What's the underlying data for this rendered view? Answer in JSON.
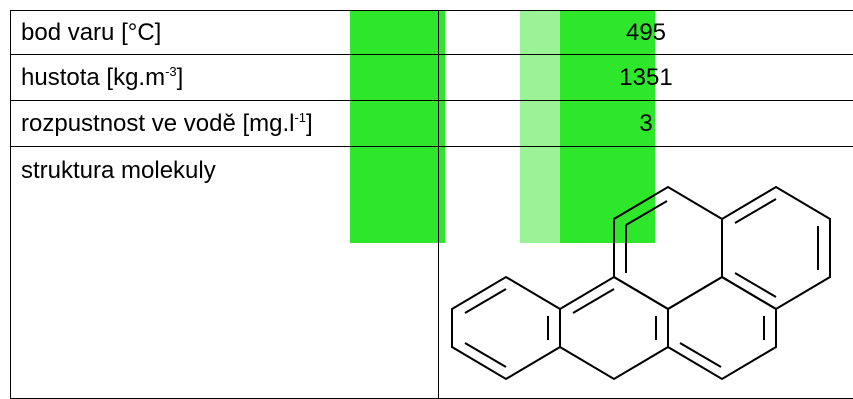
{
  "table": {
    "rows": [
      {
        "label": "bod varu [°C]",
        "value": "495"
      },
      {
        "label_main": "hustota [kg.m",
        "label_sup": "-3",
        "label_end": "]",
        "value": "1351"
      },
      {
        "label_main": "rozpustnost ve vodě [mg.l",
        "label_sup": "-1",
        "label_end": "]",
        "value": "3"
      },
      {
        "label": "struktura molekuly",
        "value": ""
      }
    ]
  },
  "structure_icon": "benzo-a-pyrene-structure",
  "colors": {
    "watermark": "#2ee62a",
    "border": "#000000"
  }
}
